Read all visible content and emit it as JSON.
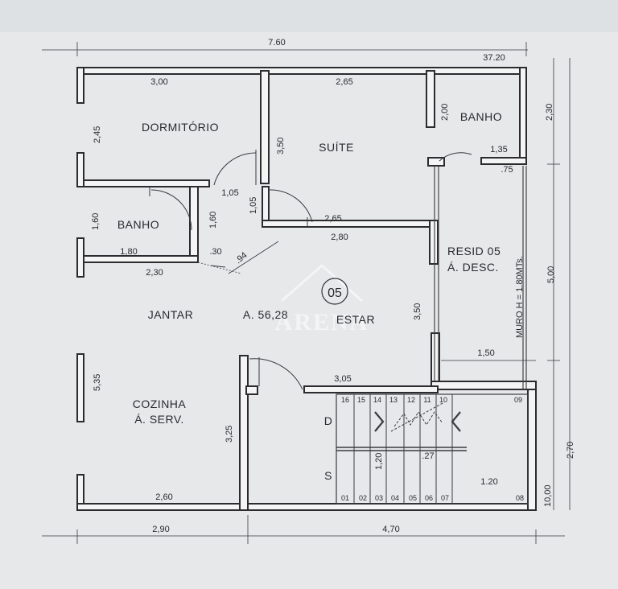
{
  "plan": {
    "unit_number": "05",
    "watermark": "ARENA",
    "rooms": {
      "dormitorio": "DORMITÓRIO",
      "suite": "SUÍTE",
      "banho_suite": "BANHO",
      "banho": "BANHO",
      "resid_line1": "RESID 05",
      "resid_line2": "Á. DESC.",
      "jantar": "JANTAR",
      "area": "A. 56,28",
      "estar": "ESTAR",
      "cozinha_line1": "COZINHA",
      "cozinha_line2": "Á. SERV.",
      "muro": "MURO H = 1.80MTs."
    },
    "dimensions": {
      "top_total": "7.60",
      "top_right": "37.20",
      "dorm_width": "3,00",
      "suite_width": "2,65",
      "dorm_height": "2,45",
      "suite_height": "3,50",
      "banho_suite_height": "2,00",
      "banho_suite_width": "1,35",
      "banho_suite_small": ".75",
      "right_upper": "2,30",
      "right_middle": "5,00",
      "right_lower": "2,70",
      "right_corner": "10,00",
      "door_1_05_a": "1,05",
      "door_1_05_b": "1,05",
      "hall_height": "1,60",
      "banho_height": "1,60",
      "banho_width": "1,80",
      "hall_small": ".30",
      "diagonal": ".94",
      "wall_2_30": "2,30",
      "suite_bottom": "2,65",
      "hall_width": "2,80",
      "estar_height": "3,50",
      "desc_width": "1,50",
      "cozinha_height": "5,35",
      "stair_width": "3,05",
      "stair_height": "3,25",
      "cozinha_width": "2,60",
      "bottom_left": "2,90",
      "bottom_right": "4,70",
      "stair_depth": "1,20",
      "stair_step": ".27",
      "stair_land": "1.20"
    },
    "stairs": {
      "top_steps": [
        "16",
        "15",
        "14",
        "13",
        "12",
        "11",
        "10",
        "09"
      ],
      "bottom_steps": [
        "01",
        "02",
        "03",
        "04",
        "05",
        "06",
        "07",
        "08"
      ],
      "down": "D",
      "up": "S"
    }
  }
}
